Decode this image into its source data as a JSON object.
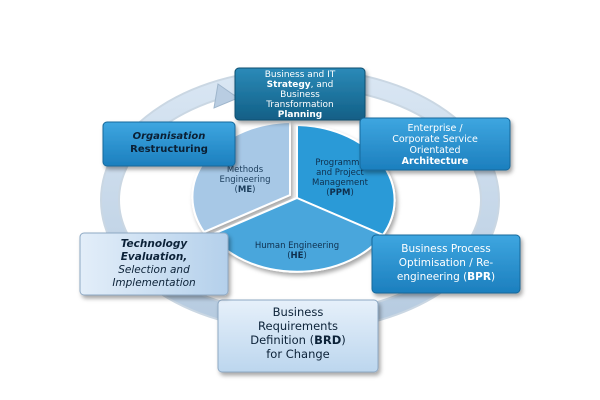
{
  "boxes": {
    "top": {
      "lines": [
        [
          {
            "t": "Business and IT",
            "b": false
          }
        ],
        [
          {
            "t": "Strategy",
            "b": true
          },
          {
            "t": ", and",
            "b": false
          }
        ],
        [
          {
            "t": "Business",
            "b": false
          }
        ],
        [
          {
            "t": "Transformation",
            "b": false
          }
        ],
        [
          {
            "t": "Planning",
            "b": true
          }
        ]
      ]
    },
    "enterprise": {
      "lines": [
        [
          {
            "t": "Enterprise /",
            "b": false
          }
        ],
        [
          {
            "t": "Corporate Service",
            "b": false
          }
        ],
        [
          {
            "t": "Orientated",
            "b": false
          }
        ],
        [
          {
            "t": "Architecture",
            "b": true
          }
        ]
      ]
    },
    "bpr": {
      "lines": [
        [
          {
            "t": "Business Process",
            "b": false
          }
        ],
        [
          {
            "t": "Optimisation / Re-",
            "b": false
          }
        ],
        [
          {
            "t": "engineering (",
            "b": false
          },
          {
            "t": "BPR",
            "b": true
          },
          {
            "t": ")",
            "b": false
          }
        ]
      ]
    },
    "brd": {
      "lines": [
        [
          {
            "t": "Business",
            "b": false
          }
        ],
        [
          {
            "t": "Requirements",
            "b": false
          }
        ],
        [
          {
            "t": "Definition (",
            "b": false
          },
          {
            "t": "BRD",
            "b": true
          },
          {
            "t": ")",
            "b": false
          }
        ],
        [
          {
            "t": "for Change",
            "b": false
          }
        ]
      ]
    },
    "tech": {
      "lines": [
        [
          {
            "t": "Technology",
            "b": true,
            "i": true
          }
        ],
        [
          {
            "t": "Evaluation,",
            "b": true,
            "i": true
          }
        ],
        [
          {
            "t": "Selection and",
            "b": false,
            "i": true
          }
        ],
        [
          {
            "t": "Implementation",
            "b": false,
            "i": true
          }
        ]
      ]
    },
    "org": {
      "lines": [
        [
          {
            "t": "Organisation",
            "b": true,
            "i": true
          }
        ],
        [
          {
            "t": "Restructuring",
            "b": true,
            "i": false
          }
        ]
      ]
    }
  },
  "pie": {
    "methods": {
      "lines": [
        [
          {
            "t": "Methods",
            "b": false
          }
        ],
        [
          {
            "t": "Engineering",
            "b": false
          }
        ],
        [
          {
            "t": "(",
            "b": false
          },
          {
            "t": "ME",
            "b": true
          },
          {
            "t": ")",
            "b": false
          }
        ]
      ]
    },
    "ppm": {
      "lines": [
        [
          {
            "t": "Programme",
            "b": false
          }
        ],
        [
          {
            "t": "and Project",
            "b": false
          }
        ],
        [
          {
            "t": "Management",
            "b": false
          }
        ],
        [
          {
            "t": "(",
            "b": false
          },
          {
            "t": "PPM",
            "b": true
          },
          {
            "t": ")",
            "b": false
          }
        ]
      ]
    },
    "he": {
      "lines": [
        [
          {
            "t": "Human Engineering",
            "b": false
          }
        ],
        [
          {
            "t": "(",
            "b": false
          },
          {
            "t": "HE",
            "b": true
          },
          {
            "t": ")",
            "b": false
          }
        ]
      ]
    }
  },
  "colors": {
    "ring": "#c9d9ea",
    "dark_blue": "#1b6f98",
    "mid_blue": "#2792cf",
    "light_blue": "#6fb0e0",
    "pale_blue": "#d0e3f4",
    "pie_methods": "#a7c8e6",
    "pie_ppm": "#2c9ad7",
    "pie_he": "#4aa6dc"
  }
}
